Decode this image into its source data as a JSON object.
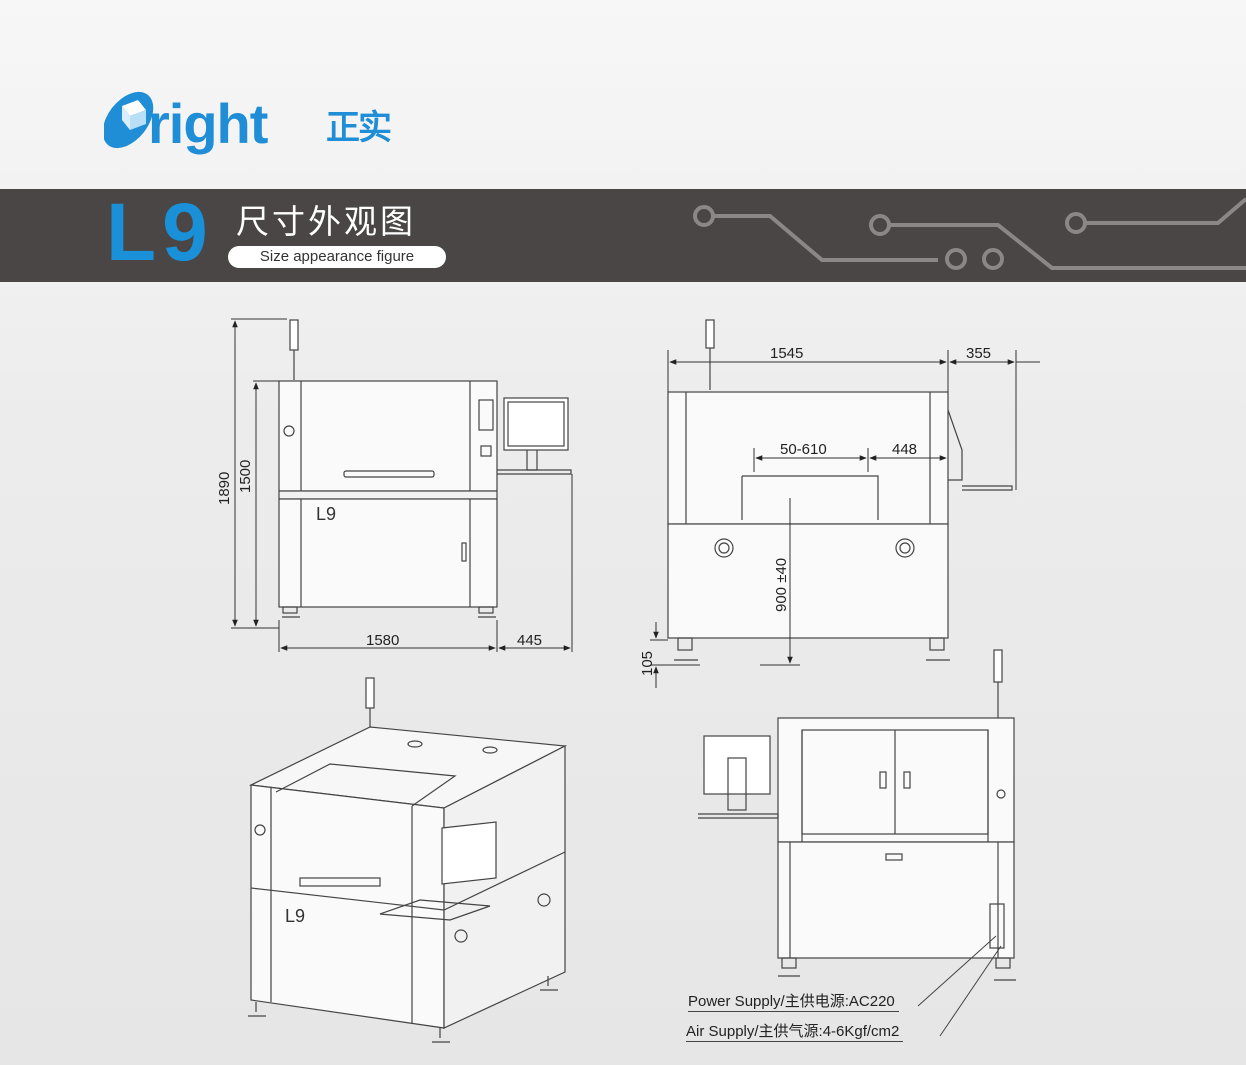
{
  "brand": {
    "logo_text": "right",
    "logo_cn": "正实"
  },
  "header": {
    "model": "L9",
    "title_cn": "尺寸外观图",
    "title_en": "Size appearance figure"
  },
  "front_view": {
    "height_total": "1890",
    "height_body": "1500",
    "width_body": "1580",
    "width_panel": "445",
    "machine_label": "L9"
  },
  "side_view": {
    "depth_body": "1545",
    "depth_panel": "355",
    "rail_width": "50-610",
    "rail_offset": "448",
    "transport_height": "900 ±40",
    "foot_height": "105"
  },
  "iso_view": {
    "machine_label": "L9"
  },
  "notes": {
    "power_supply": "Power Supply/主供电源:AC220",
    "air_supply": "Air Supply/主供气源:4-6Kgf/cm2"
  }
}
